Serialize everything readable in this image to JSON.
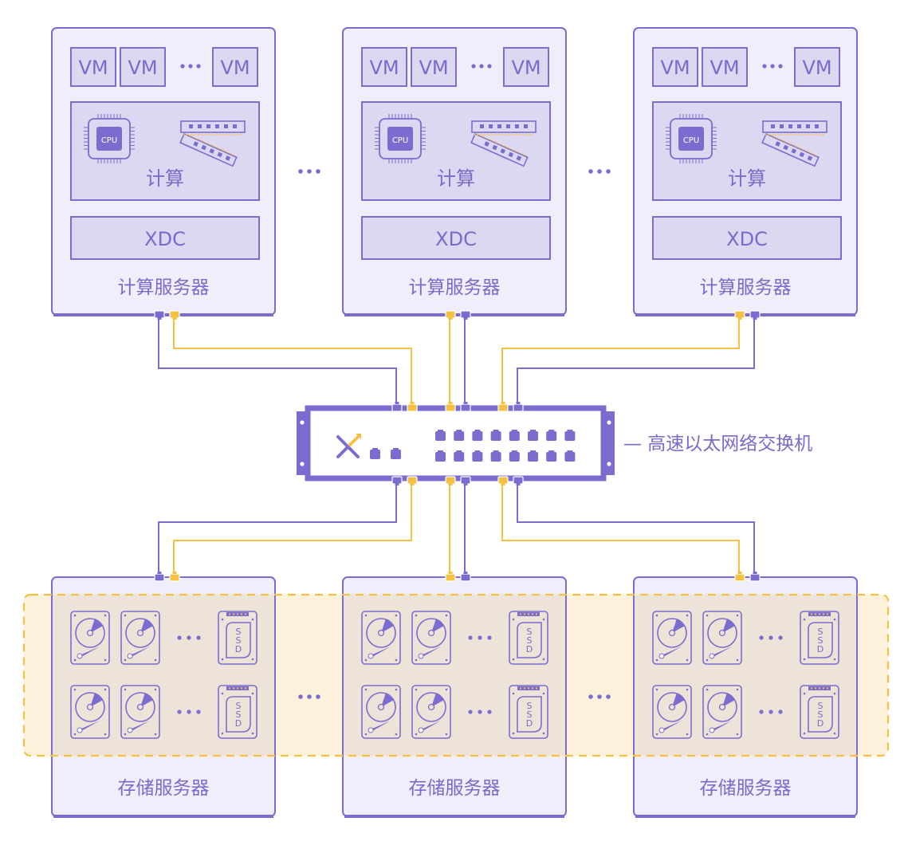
{
  "colors": {
    "purple": "#7b6cd0",
    "purple_light_bg": "#f0eefa",
    "purple_panel_bg": "#dcd8f1",
    "text_purple": "#7a6acb",
    "yellow": "#f6c142",
    "storage_pool_bg": "#fdf1dc",
    "storage_pool_overlay": "#ede3d8"
  },
  "compute_servers": [
    {
      "title": "计算服务器",
      "vms": [
        "VM",
        "VM",
        "VM"
      ],
      "vm_ellipsis": "· · ·",
      "compute_label": "计算",
      "cpu_label": "CPU",
      "xdc_label": "XDC"
    },
    {
      "title": "计算服务器",
      "vms": [
        "VM",
        "VM",
        "VM"
      ],
      "vm_ellipsis": "· · ·",
      "compute_label": "计算",
      "cpu_label": "CPU",
      "xdc_label": "XDC"
    },
    {
      "title": "计算服务器",
      "vms": [
        "VM",
        "VM",
        "VM"
      ],
      "vm_ellipsis": "· · ·",
      "compute_label": "计算",
      "cpu_label": "CPU",
      "xdc_label": "XDC"
    }
  ],
  "compute_ellipsis": [
    "· · ·",
    "· · ·"
  ],
  "switch": {
    "label": "— 高速以太网络交换机"
  },
  "storage_servers": [
    {
      "title": "存储服务器",
      "ssd_label": [
        "S",
        "S",
        "D"
      ],
      "row_ellipsis": "· · ·"
    },
    {
      "title": "存储服务器",
      "ssd_label": [
        "S",
        "S",
        "D"
      ],
      "row_ellipsis": "· · ·"
    },
    {
      "title": "存储服务器",
      "ssd_label": [
        "S",
        "S",
        "D"
      ],
      "row_ellipsis": "· · ·"
    }
  ],
  "storage_ellipsis": [
    "· · ·",
    "· · ·"
  ]
}
